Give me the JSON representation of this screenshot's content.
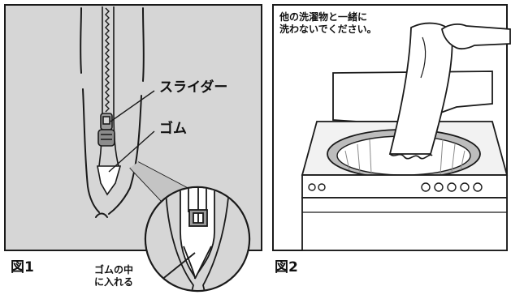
{
  "figure1": {
    "label_slider": "スライダー",
    "label_rubber": "ゴム",
    "caption": "図1",
    "zoom_note_line1": "ゴムの中",
    "zoom_note_line2": "に入れる"
  },
  "figure2": {
    "note_line1": "他の洗濯物と一緒に",
    "note_line2": "洗わないでください。",
    "caption": "図2"
  },
  "colors": {
    "panel1_fill": "#d6d6d6",
    "panel2_fill": "#ffffff",
    "line": "#1a1a1a"
  }
}
